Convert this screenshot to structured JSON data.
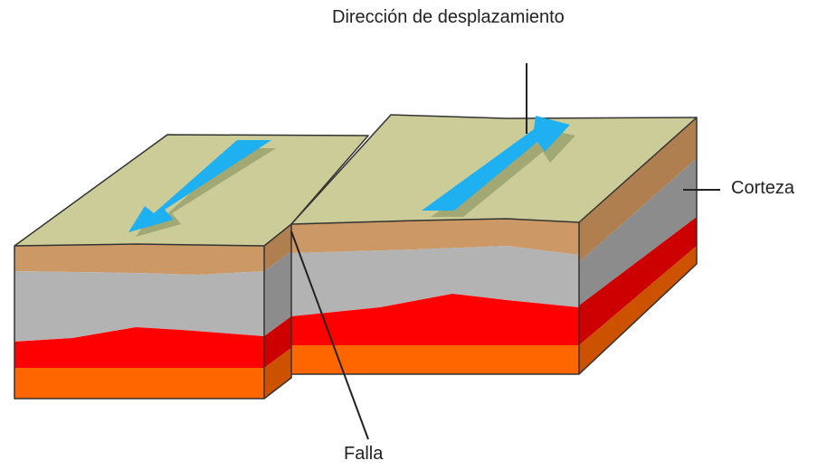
{
  "labels": {
    "direction": "Dirección de desplazamiento",
    "crust": "Corteza",
    "fault": "Falla"
  },
  "colors": {
    "surface": "#cccc99",
    "top_soil": "#cc9966",
    "crust_gray": "#b3b3b3",
    "crust_gray_side": "#8c8c8c",
    "red_layer": "#ff0000",
    "red_layer_side": "#cc0000",
    "orange_layer": "#ff6600",
    "orange_layer_side": "#cc5200",
    "arrow": "#1fb0f2",
    "arrow_shadow": "#7f8a55",
    "outline": "#333333"
  }
}
